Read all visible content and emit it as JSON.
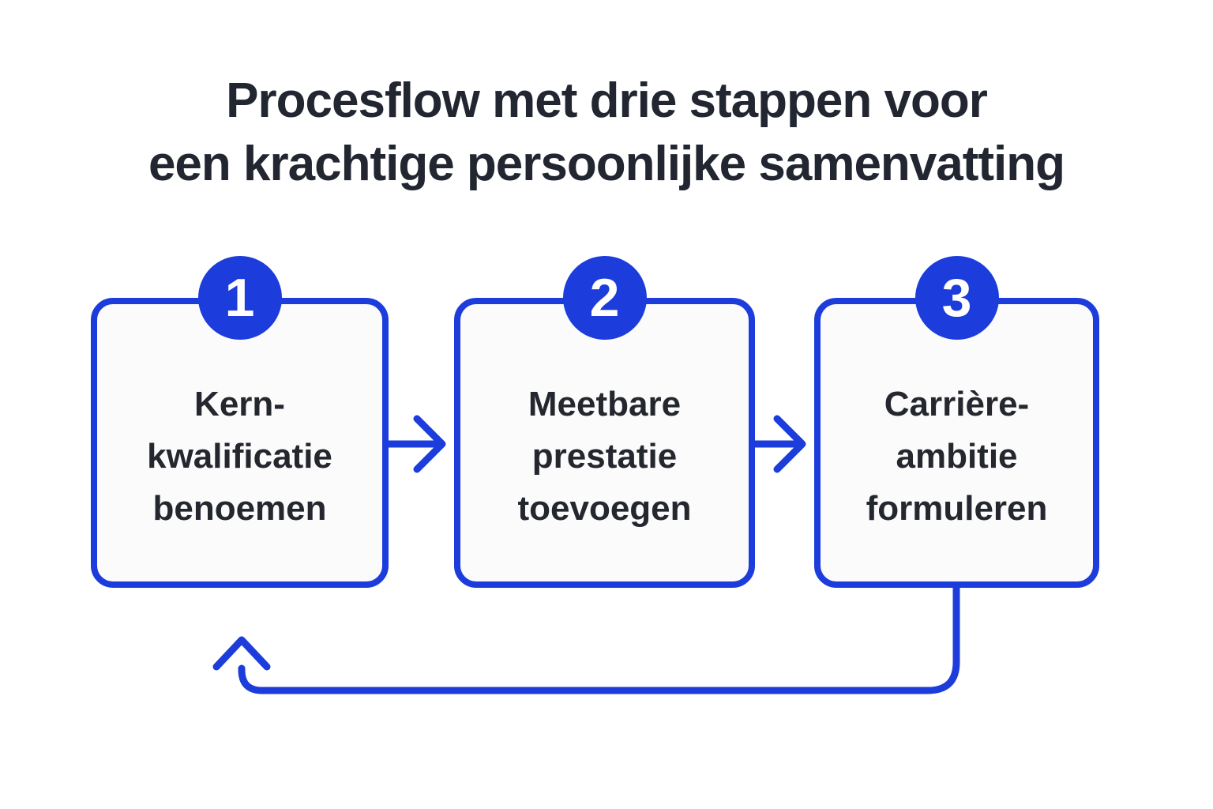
{
  "title": {
    "line1": "Procesflow met drie stappen voor",
    "line2": "een krachtige persoonlijke samenvatting"
  },
  "steps": [
    {
      "number": "1",
      "label": "Kern-\nkwalificatie\nbenoemen"
    },
    {
      "number": "2",
      "label": "Meetbare\nprestatie\ntoevoegen"
    },
    {
      "number": "3",
      "label": "Carrière-\nambitie\nformuleren"
    }
  ],
  "connectors": {
    "forward_arrow_1": "step 1 to step 2",
    "forward_arrow_2": "step 2 to step 3",
    "loop_arrow": "step 3 back to step 1"
  },
  "colors": {
    "accent_blue": "#1C3DDC",
    "text_dark": "#212631",
    "label_dark": "#24272E",
    "box_fill": "#FBFBFC",
    "background": "#FFFFFF",
    "number_text": "#FFFFFF"
  }
}
